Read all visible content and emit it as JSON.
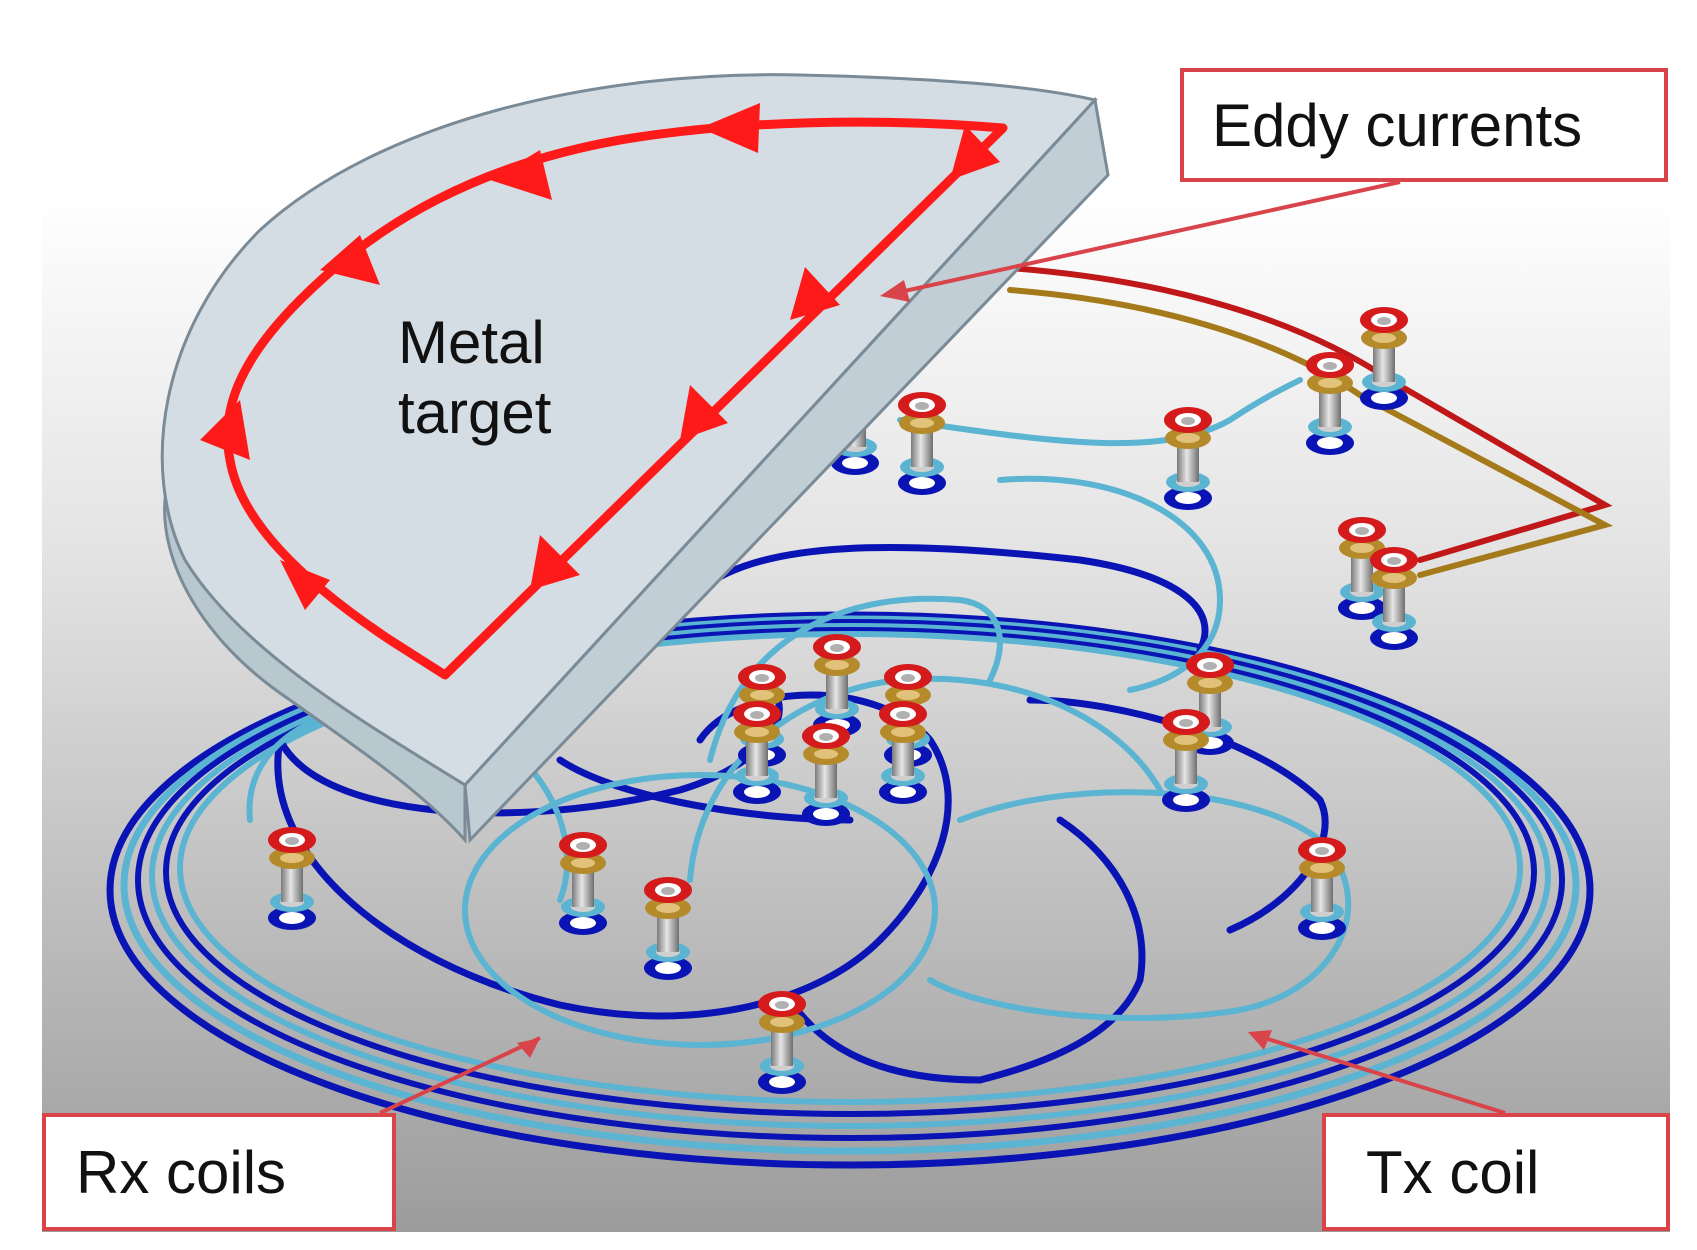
{
  "labels": {
    "eddy_currents": "Eddy currents",
    "metal_target_line1": "Metal",
    "metal_target_line2": "target",
    "rx_coils": "Rx coils",
    "tx_coil": "Tx coil"
  },
  "colors": {
    "callout_border": "#d9434a",
    "arrow_red": "#ff1a1a",
    "rx_trace_dark": "#0a14b4",
    "rx_trace_light": "#5ab4d2",
    "via_red": "#d41a1a",
    "via_gold": "#b48a2a",
    "target_fill": "#d3dde3"
  }
}
